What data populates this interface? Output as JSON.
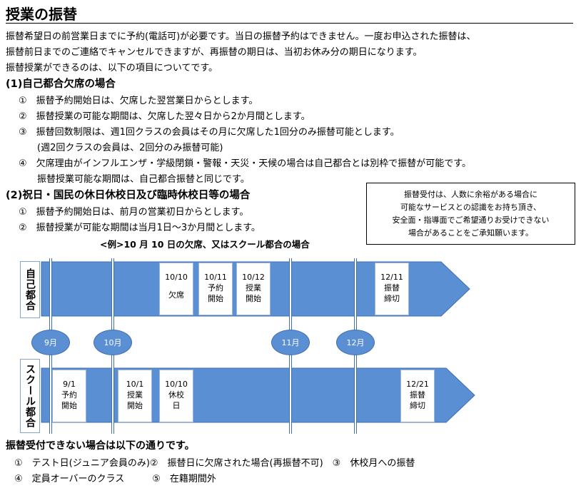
{
  "title": "授業の振替",
  "intro": [
    "振替希望日の前営業日までに予約(電話可)が必要です。当日の振替予約はできません。一度お申込された振替は、",
    "振替前日までのご連絡でキャンセルできますが、再振替の期日は、当初お休み分の期日になります。",
    "振替授業ができるのは、以下の項目についてです。"
  ],
  "section1": {
    "heading": "(1)自己都合欠席の場合",
    "items": [
      "①　振替予約開始日は、欠席した翌営業日からとします。",
      "②　振替授業の可能な期間は、欠席した翌々日から2か月間とします。",
      "③　振替回数制限は、週1回クラスの会員はその月に欠席した1回分のみ振替可能とします。",
      "(週2回クラスの会員は、2回分のみ振替可能)",
      "④　欠席理由がインフルエンザ・学級閉鎖・警報・天災・天候の場合は自己都合とは別枠で振替が可能です。",
      "振替授業可能な期間は、自己都合振替と同じです。"
    ]
  },
  "section2": {
    "heading": "(2)祝日・国民の休日休校日及び臨時休校日等の場合",
    "items": [
      "①　振替予約開始日は、前月の営業初日からとします。",
      "②　振替授業が可能な期間は当月1日～3か月間とします。"
    ]
  },
  "note": [
    "振替受付は、人数に余裕がある場合に",
    "可能なサービスとの認識をお持ち頂き、",
    "安全面・指導面でご希望通りお受けできない",
    "場合があることをご承知願います。"
  ],
  "example_title": "<例>10 月 10 日の欠席、又はスクール都合の場合",
  "timeline": {
    "row1_label": "自己都合",
    "row2_label": "スクール都合",
    "row1_cards": [
      {
        "date": "10/10",
        "text": "欠席"
      },
      {
        "date": "10/11",
        "text": "予約開始"
      },
      {
        "date": "10/12",
        "text": "授業開始"
      },
      {
        "date": "12/11",
        "text": "振替締切"
      }
    ],
    "row2_cards": [
      {
        "date": "9/1",
        "text": "予約開始"
      },
      {
        "date": "10/1",
        "text": "授業開始"
      },
      {
        "date": "10/10",
        "text": "休校日"
      },
      {
        "date": "12/21",
        "text": "振替締切"
      }
    ],
    "months": [
      "9月",
      "10月",
      "11月",
      "12月"
    ],
    "colors": {
      "arrow": "#5b8fd3",
      "arrow_border": "#3f6fb0",
      "month": "#5b8fd3"
    }
  },
  "not_accepted": {
    "heading": "振替受付できない場合は以下の通りです。",
    "line1": "①　テスト日(ジュニア会員のみ)②　振替日に欠席された場合(再振替不可)　③　休校月への振替",
    "line2": "④　定員オーバーのクラス　　　⑤　在籍期間外"
  }
}
